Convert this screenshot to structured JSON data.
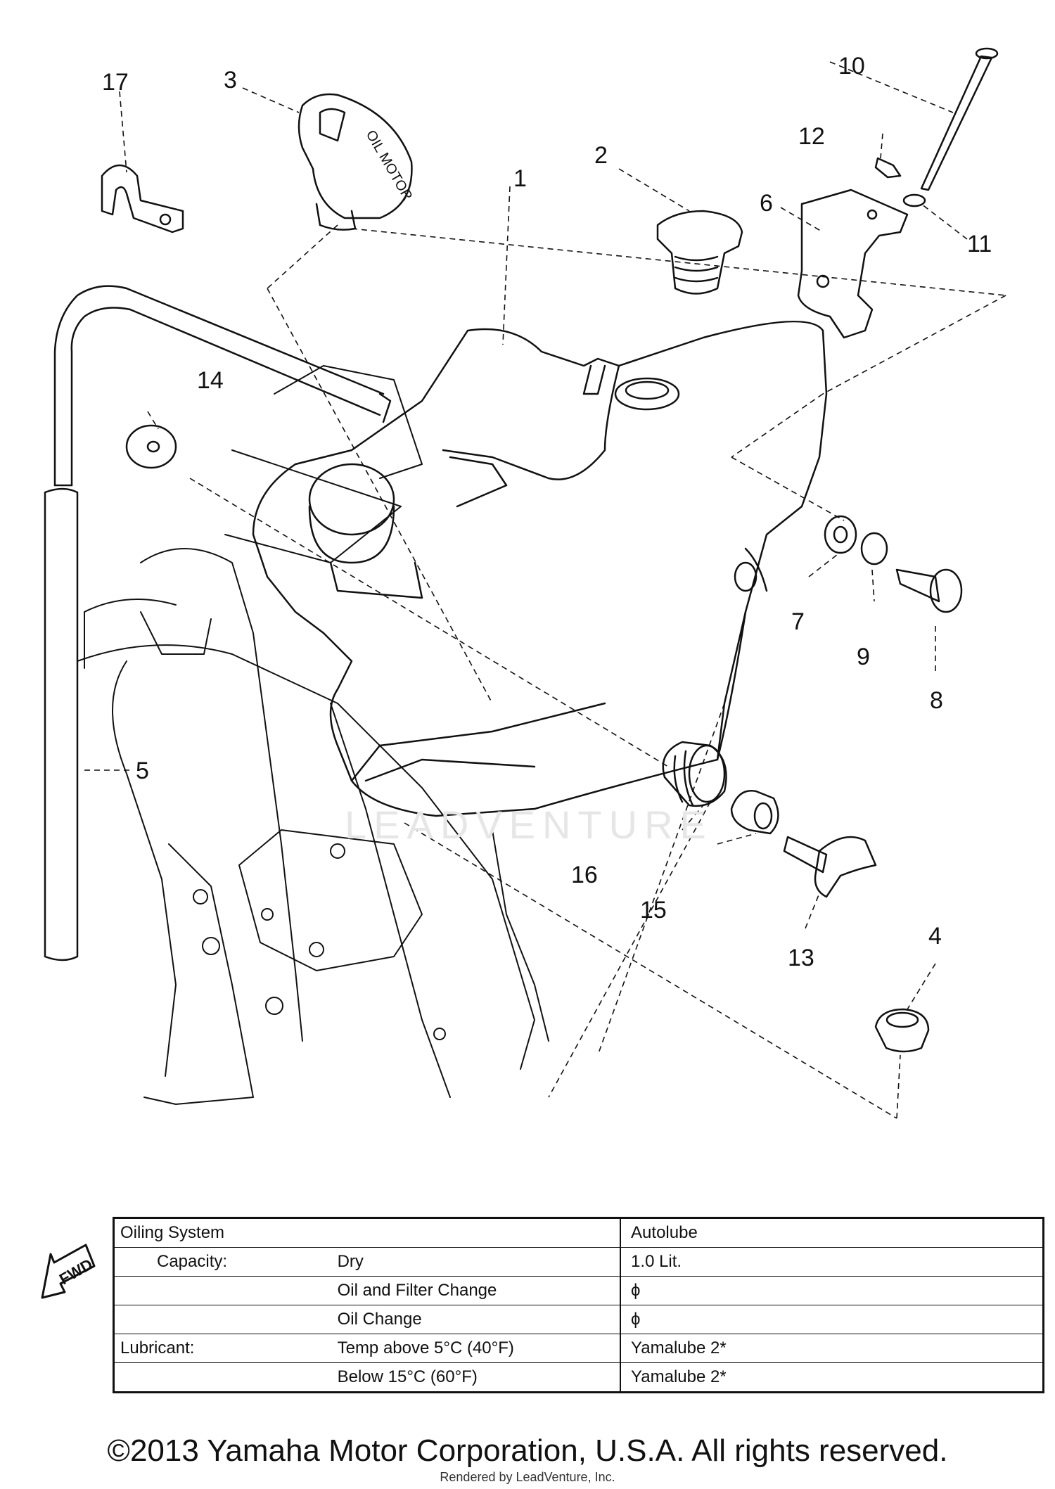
{
  "callouts": [
    {
      "id": "1",
      "label": "1"
    },
    {
      "id": "2",
      "label": "2"
    },
    {
      "id": "3",
      "label": "3"
    },
    {
      "id": "4",
      "label": "4"
    },
    {
      "id": "5",
      "label": "5"
    },
    {
      "id": "6",
      "label": "6"
    },
    {
      "id": "7",
      "label": "7"
    },
    {
      "id": "8",
      "label": "8"
    },
    {
      "id": "9",
      "label": "9"
    },
    {
      "id": "10",
      "label": "10"
    },
    {
      "id": "11",
      "label": "11"
    },
    {
      "id": "12",
      "label": "12"
    },
    {
      "id": "13",
      "label": "13"
    },
    {
      "id": "14",
      "label": "14"
    },
    {
      "id": "15",
      "label": "15"
    },
    {
      "id": "16",
      "label": "16"
    },
    {
      "id": "17",
      "label": "17"
    }
  ],
  "cap_text": "OIL MOTOR",
  "fwd_label": "FWD",
  "watermark": "LEADVENTURE",
  "spec_table": {
    "rows": [
      {
        "c1": "Oiling System",
        "c2": "",
        "value": "Autolube"
      },
      {
        "c1": "Capacity:",
        "c2": "Dry",
        "value": "1.0 Lit."
      },
      {
        "c1": "",
        "c2": "Oil and Filter Change",
        "value": "ϕ"
      },
      {
        "c1": "",
        "c2": "Oil Change",
        "value": "ϕ"
      },
      {
        "c1": "Lubricant:",
        "c2": "Temp above 5°C (40°F)",
        "value": "Yamalube 2*"
      },
      {
        "c1": "",
        "c2": "Below 15°C (60°F)",
        "value": "Yamalube 2*"
      }
    ]
  },
  "copyright": "©2013 Yamaha Motor Corporation, U.S.A. All rights reserved.",
  "rendered_by": "Rendered by LeadVenture, Inc."
}
